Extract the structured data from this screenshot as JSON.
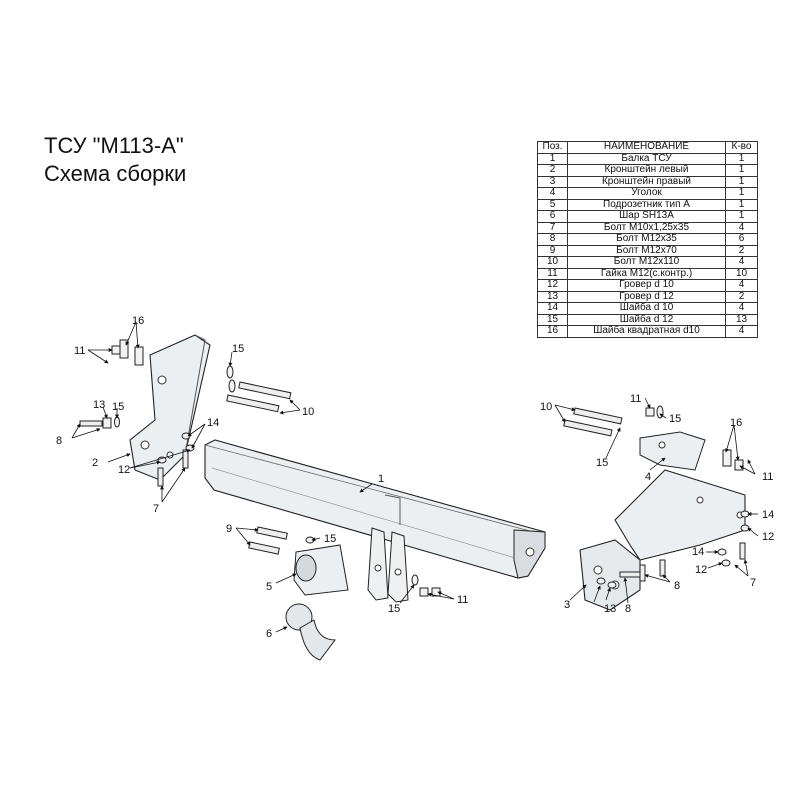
{
  "title_line1": "ТСУ \"М113-А\"",
  "title_line2": "Схема сборки",
  "table": {
    "headers": [
      "Поз.",
      "НАИМЕНОВАНИЕ",
      "К-во"
    ],
    "rows": [
      [
        "1",
        "Балка ТСУ",
        "1"
      ],
      [
        "2",
        "Кронштейн левый",
        "1"
      ],
      [
        "3",
        "Кронштейн правый",
        "1"
      ],
      [
        "4",
        "Уголок",
        "1"
      ],
      [
        "5",
        "Подрозетник тип А",
        "1"
      ],
      [
        "6",
        "Шар SH13A",
        "1"
      ],
      [
        "7",
        "Болт М10х1,25х35",
        "4"
      ],
      [
        "8",
        "Болт М12х35",
        "6"
      ],
      [
        "9",
        "Болт М12х70",
        "2"
      ],
      [
        "10",
        "Болт М12х110",
        "4"
      ],
      [
        "11",
        "Гайка М12(с.контр.)",
        "10"
      ],
      [
        "12",
        "Гровер d 10",
        "4"
      ],
      [
        "13",
        "Гровер d 12",
        "2"
      ],
      [
        "14",
        "Шайба d 10",
        "4"
      ],
      [
        "15",
        "Шайба d 12",
        "13"
      ],
      [
        "16",
        "Шайба квадратная d10",
        "4"
      ]
    ]
  },
  "callouts": {
    "c1": "1",
    "c2": "2",
    "c3": "3",
    "c4": "4",
    "c5": "5",
    "c6": "6",
    "c7a": "7",
    "c7b": "7",
    "c8a": "8",
    "c8b": "8",
    "c8c": "8",
    "c9": "9",
    "c10a": "10",
    "c10b": "10",
    "c11a": "11",
    "c11b": "11",
    "c11c": "11",
    "c11d": "11",
    "c12a": "12",
    "c12b": "12",
    "c12c": "12",
    "c13a": "13",
    "c13b": "13",
    "c14a": "14",
    "c14b": "14",
    "c14c": "14",
    "c15a": "15",
    "c15b": "15",
    "c15c": "15",
    "c15d": "15",
    "c15e": "15",
    "c15f": "15",
    "c16a": "16",
    "c16b": "16"
  }
}
